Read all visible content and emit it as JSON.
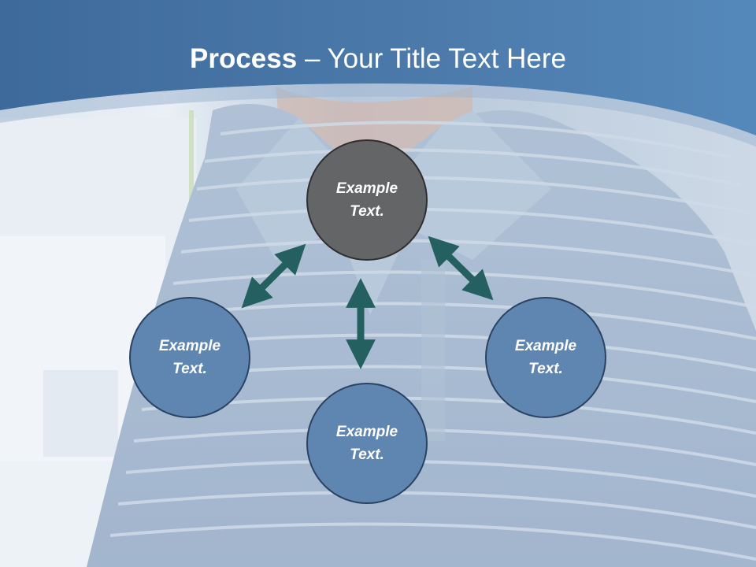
{
  "slide": {
    "title_strong": "Process",
    "title_rest": " – Your Title Text Here"
  },
  "nodes": {
    "top": {
      "line1": "Example",
      "line2": "Text."
    },
    "left": {
      "line1": "Example",
      "line2": "Text."
    },
    "bottom": {
      "line1": "Example",
      "line2": "Text."
    },
    "right": {
      "line1": "Example",
      "line2": "Text."
    }
  },
  "colors": {
    "header_blue": "#4a78a8",
    "node_blue": "#5f86b1",
    "node_gray": "#646566",
    "arrow_teal": "#24605f"
  },
  "icons": [
    "double-arrow-icon"
  ]
}
